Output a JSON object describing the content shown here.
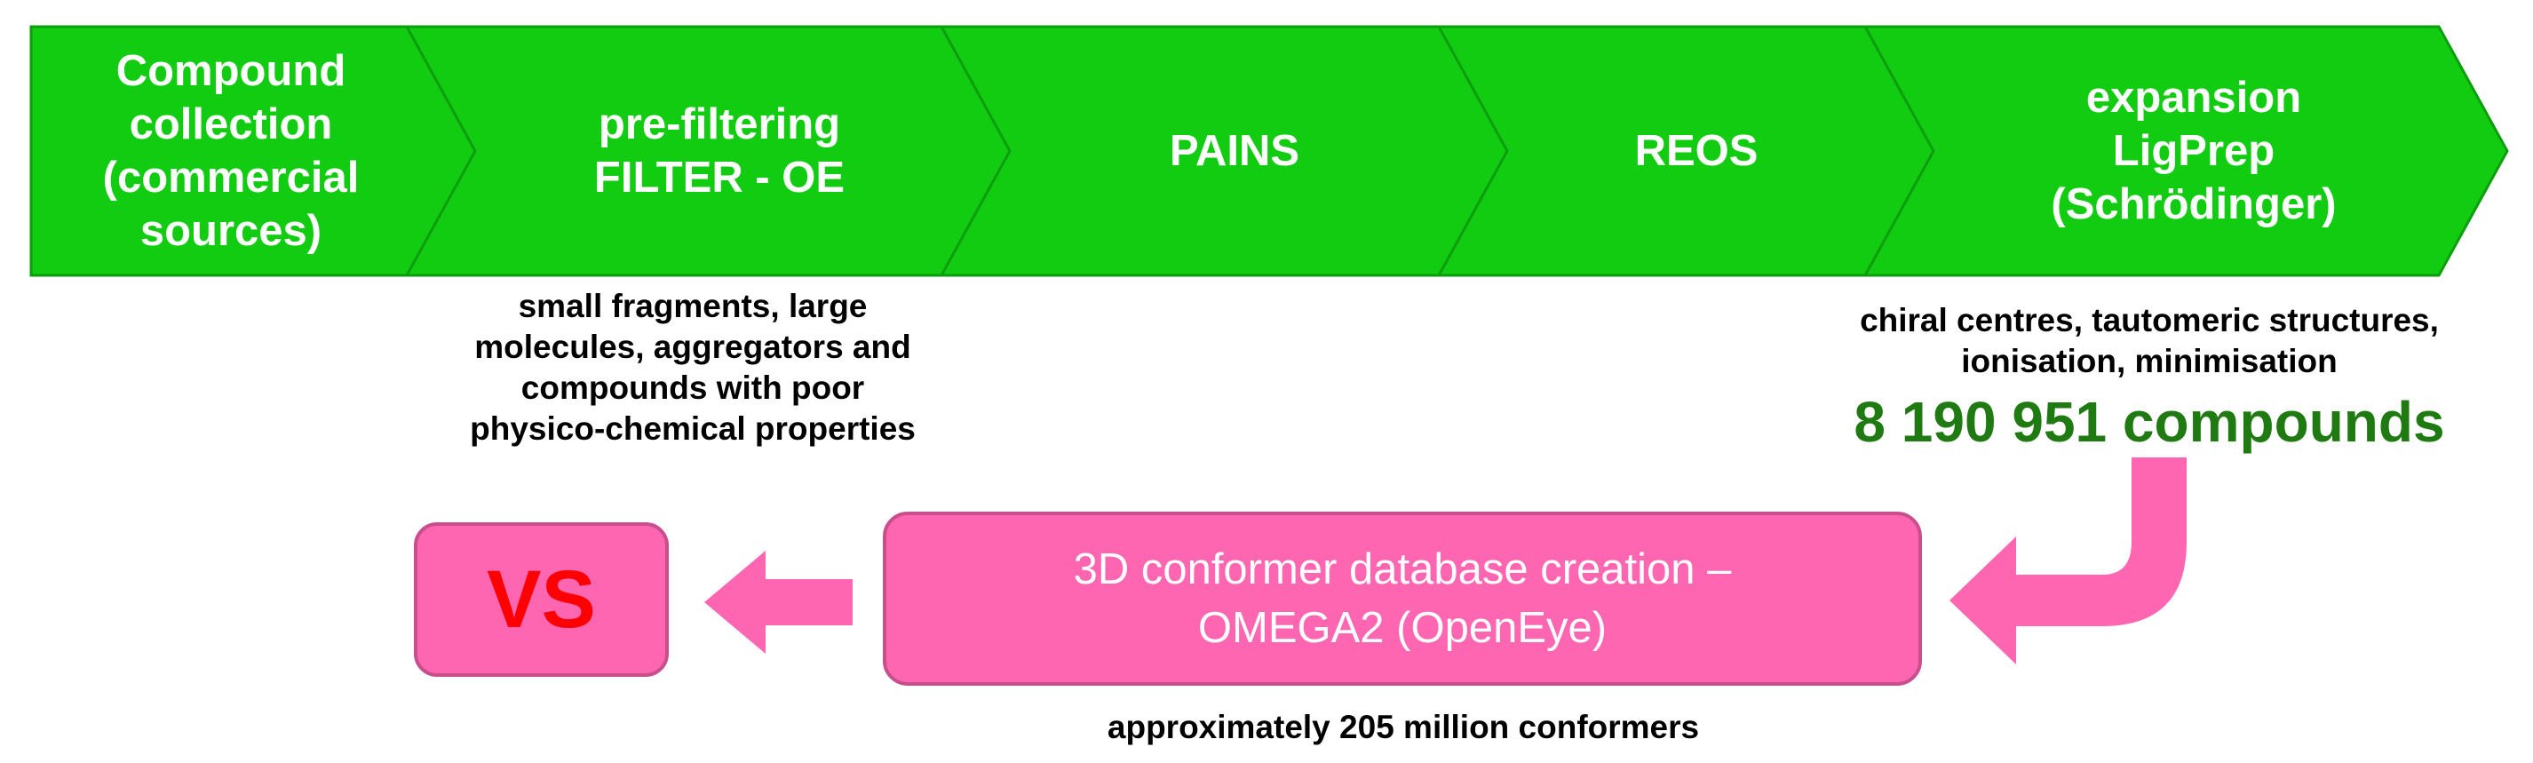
{
  "colors": {
    "chevron_fill": "#11cc11",
    "chevron_stroke": "#0c9e0c",
    "box_fill": "#ff66b2",
    "box_stroke": "#c94e8c",
    "arrow_fill": "#ff66b2",
    "count_text": "#1f7a12",
    "vs_text": "#ff0000"
  },
  "steps": [
    {
      "label": "Compound\ncollection\n(commercial\nsources)"
    },
    {
      "label": "pre-filtering\nFILTER - OE"
    },
    {
      "label": "PAINS"
    },
    {
      "label": "REOS"
    },
    {
      "label": "expansion\nLigPrep\n(Schrödinger)"
    }
  ],
  "notes": {
    "prefilter": "small fragments, large\nmolecules, aggregators and\ncompounds with poor\nphysico-chemical properties",
    "expansion": "chiral centres, tautomeric structures,\nionisation, minimisation",
    "compound_count": "8 190 951 compounds",
    "conformers": "approximately 205 million conformers"
  },
  "boxes": {
    "conformer_db": "3D conformer database creation –\nOMEGA2 (OpenEye)",
    "vs": "VS"
  },
  "icons": {
    "down_left_arrow": "curved-arrow-down-left-icon",
    "left_arrow": "arrow-left-icon"
  }
}
